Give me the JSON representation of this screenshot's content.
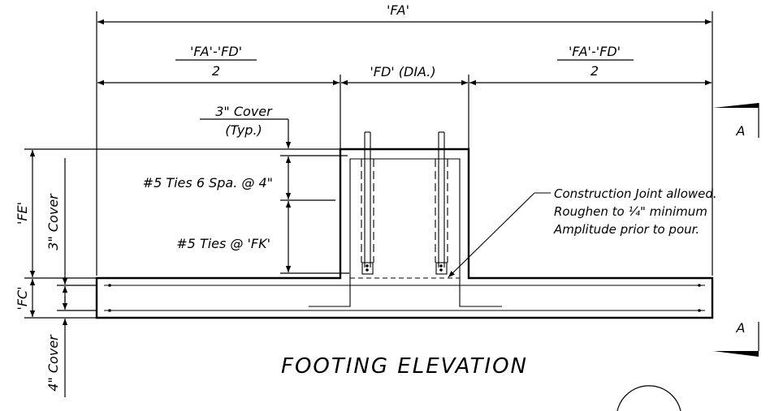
{
  "dimensions": {
    "overall_width": "'FA'",
    "side_numerator": "'FA'-'FD'",
    "side_denominator": "2",
    "pedestal_width": "'FD' (DIA.)",
    "pedestal_height": "'FE'",
    "footing_thickness": "'FC'"
  },
  "cover": {
    "top_line1": "3\" Cover",
    "top_line2": "(Typ.)",
    "side": "3\" Cover",
    "bottom": "4\" Cover"
  },
  "ties": {
    "upper": "#5 Ties 6 Spa. @ 4\"",
    "lower": "#5 Ties @ 'FK'"
  },
  "note": {
    "line1": "Construction Joint allowed.",
    "line2": "Roughen to ¼\" minimum",
    "line3": "Amplitude prior to pour."
  },
  "section_marker": "A",
  "title": "FOOTING ELEVATION"
}
